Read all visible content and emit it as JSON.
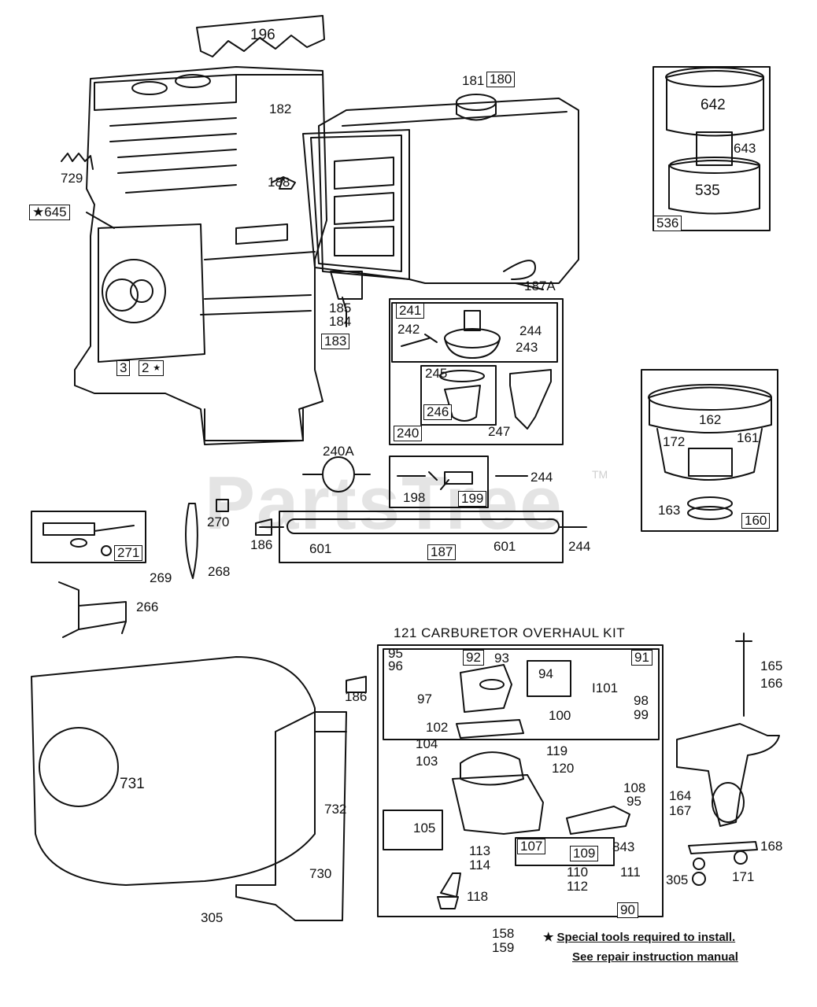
{
  "watermark": {
    "text": "PartsTree",
    "tm": "TM"
  },
  "labels": {
    "l196": "196",
    "l182": "182",
    "l181": "181",
    "l180": "180",
    "l188": "188",
    "l729": "729",
    "l645": "645",
    "l3": "3",
    "l2": "2",
    "l187A": "187A",
    "l185": "185",
    "l184": "184",
    "l183": "183",
    "l642": "642",
    "l643": "643",
    "l535": "535",
    "l536": "536",
    "l241": "241",
    "l242": "242",
    "l244a": "244",
    "l243": "243",
    "l245": "245",
    "l246": "246",
    "l240": "240",
    "l247": "247",
    "l162": "162",
    "l172": "172",
    "l161": "161",
    "l163": "163",
    "l160": "160",
    "l240A": "240A",
    "l198": "198",
    "l199": "199",
    "l244b": "244",
    "l270": "270",
    "l271": "271",
    "l186a": "186",
    "l601a": "601",
    "l187": "187",
    "l601b": "601",
    "l244c": "244",
    "l269": "269",
    "l268": "268",
    "l266": "266",
    "l95a": "95",
    "l96": "96",
    "l92": "92",
    "l93": "93",
    "l91": "91",
    "l94": "94",
    "l101": "101",
    "l97": "97",
    "l98": "98",
    "l99": "99",
    "l100": "100",
    "l102": "102",
    "l186b": "186",
    "l165": "165",
    "l166": "166",
    "l731": "731",
    "l104": "104",
    "l103": "103",
    "l119": "119",
    "l120": "120",
    "l108": "108",
    "l95b": "95",
    "l164": "164",
    "l167": "167",
    "l105": "105",
    "l107": "107",
    "l109": "109",
    "l843": "843",
    "l168": "168",
    "l732": "732",
    "l113": "113",
    "l114": "114",
    "l110": "110",
    "l111": "111",
    "l112": "112",
    "l305a": "305",
    "l171": "171",
    "l730": "730",
    "l118": "118",
    "l90": "90",
    "l305b": "305",
    "l158": "158",
    "l159": "159"
  },
  "kit_title": "121 CARBURETOR OVERHAUL KIT",
  "notes": {
    "special_tools": "Special tools required to install.",
    "see_manual": "See repair instruction manual"
  }
}
